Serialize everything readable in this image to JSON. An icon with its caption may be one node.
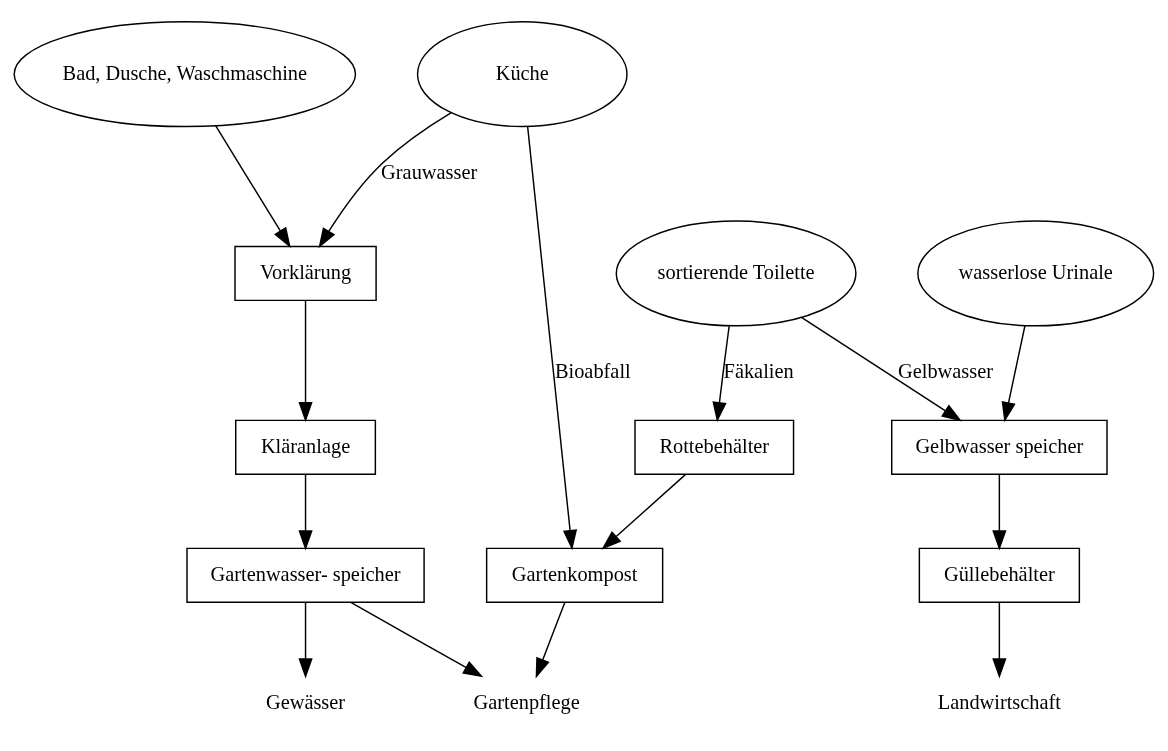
{
  "diagram": {
    "nodes": [
      {
        "text": [
          "Bad, Dusche, Waschmaschine"
        ]
      },
      {
        "text": [
          "Küche"
        ]
      },
      {
        "text": [
          "sortierende Toilette"
        ]
      },
      {
        "text": [
          "wasserlose Urinale"
        ]
      },
      {
        "text": [
          "Vorklärung"
        ]
      },
      {
        "text": [
          "Rottebehälter"
        ]
      },
      {
        "text": [
          "Gelbwasser speicher"
        ]
      },
      {
        "text": [
          "Kläranlage"
        ]
      },
      {
        "text": [
          "Gartenkompost"
        ]
      },
      {
        "text": [
          "Güllebehälter"
        ]
      },
      {
        "text": [
          "Gartenwasser- speicher"
        ]
      },
      {
        "text": [
          "Gartenpflege"
        ]
      },
      {
        "text": [
          "Landwirtschaft"
        ]
      },
      {
        "text": [
          "Gewässer"
        ]
      }
    ],
    "edges": [
      {
        "from": 0,
        "to": 4,
        "arrow": "to"
      },
      {
        "from": 1,
        "to": 4,
        "arrow": "to",
        "label": "Grauwasser"
      },
      {
        "from": 1,
        "to": 8,
        "arrow": "to",
        "label": "Bioabfall"
      },
      {
        "from": 2,
        "to": 5,
        "arrow": "to",
        "label": "Fäkalien"
      },
      {
        "from": 2,
        "to": 6,
        "arrow": "to",
        "label": "Gelbwasser"
      },
      {
        "from": 3,
        "to": 6,
        "arrow": "to"
      },
      {
        "from": 4,
        "to": 7,
        "arrow": "to"
      },
      {
        "from": 5,
        "to": 8,
        "arrow": "to"
      },
      {
        "from": 6,
        "to": 9,
        "arrow": "to"
      },
      {
        "from": 7,
        "to": 10,
        "arrow": "to"
      },
      {
        "from": 8,
        "to": 11,
        "arrow": "to"
      },
      {
        "from": 9,
        "to": 12,
        "arrow": "to"
      },
      {
        "from": 10,
        "to": 11,
        "arrow": "to"
      },
      {
        "from": 10,
        "to": 13,
        "arrow": "to"
      }
    ]
  }
}
